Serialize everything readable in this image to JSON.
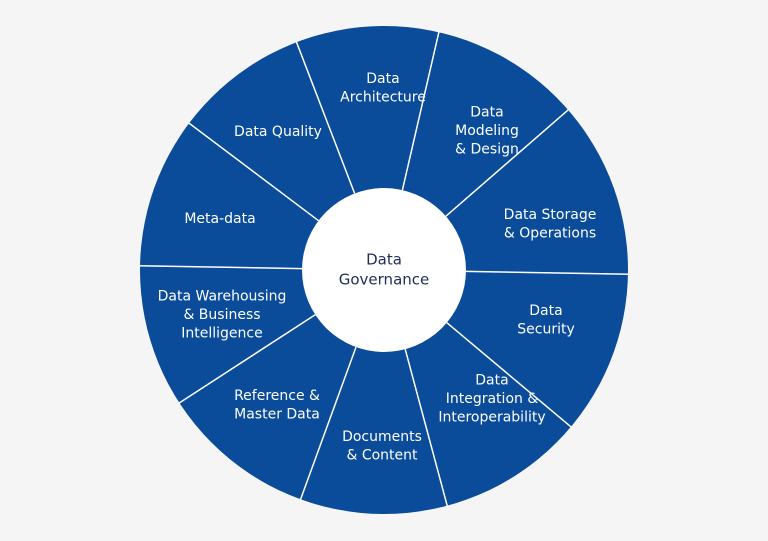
{
  "center": {
    "lines": [
      "Data",
      "Governance"
    ]
  },
  "segments": [
    {
      "name": "data-architecture",
      "lines": [
        "Data",
        "Architecture"
      ]
    },
    {
      "name": "data-modeling-design",
      "lines": [
        "Data",
        "Modeling",
        "& Design"
      ]
    },
    {
      "name": "data-storage-operations",
      "lines": [
        "Data Storage",
        "& Operations"
      ]
    },
    {
      "name": "data-security",
      "lines": [
        "Data",
        "Security"
      ]
    },
    {
      "name": "data-integration-interoperability",
      "lines": [
        "Data",
        "Integration &",
        "Interoperability"
      ]
    },
    {
      "name": "documents-content",
      "lines": [
        "Documents",
        "& Content"
      ]
    },
    {
      "name": "reference-master-data",
      "lines": [
        "Reference &",
        "Master Data"
      ]
    },
    {
      "name": "data-warehousing-business-intelligence",
      "lines": [
        "Data Warehousing",
        "& Business",
        "Intelligence"
      ]
    },
    {
      "name": "meta-data",
      "lines": [
        "Meta-data"
      ]
    },
    {
      "name": "data-quality",
      "lines": [
        "Data Quality"
      ]
    }
  ],
  "colors": {
    "wheel_fill": "#0a4b9a",
    "divider": "#ffffff",
    "center_fill": "#ffffff",
    "center_text": "#1f2d5a",
    "background": "#f5f5f5"
  }
}
